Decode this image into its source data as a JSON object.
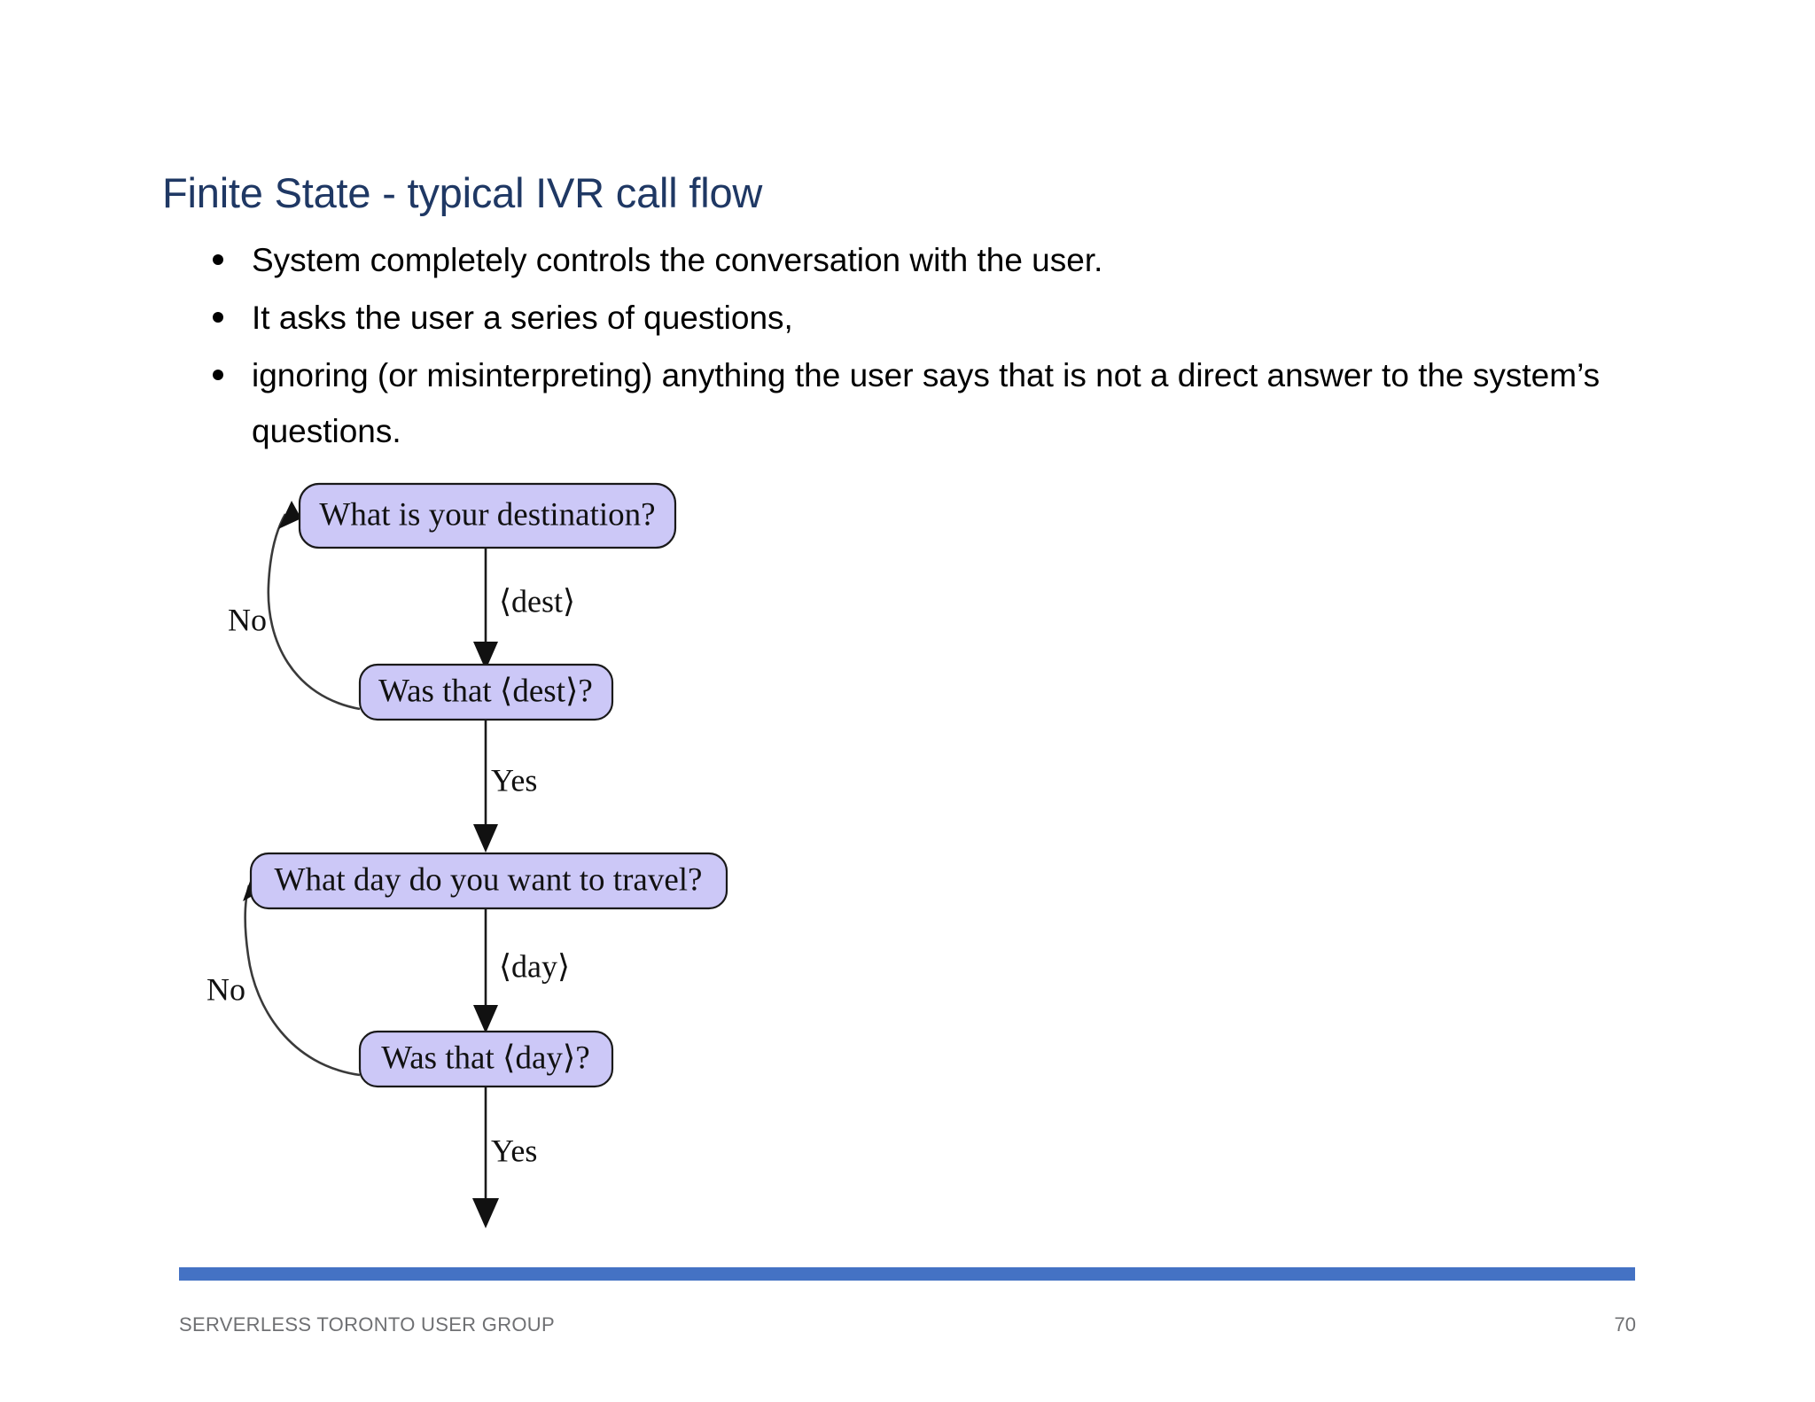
{
  "slide": {
    "title": "Finite State - typical IVR call flow",
    "bullets": [
      "System completely controls the conversation with the user.",
      "It asks the user a series of questions,",
      "ignoring (or misinterpreting) anything the user says that is not a direct answer to the system’s questions."
    ]
  },
  "diagram": {
    "type": "finite-state-flowchart",
    "nodes": [
      {
        "id": "ask-dest",
        "label": "What is your destination?"
      },
      {
        "id": "confirm-dest",
        "label": "Was that ⟨dest⟩?"
      },
      {
        "id": "ask-day",
        "label": "What day do you want to travel?"
      },
      {
        "id": "confirm-day",
        "label": "Was that ⟨day⟩?"
      }
    ],
    "edges": [
      {
        "from": "ask-dest",
        "to": "confirm-dest",
        "label": "⟨dest⟩"
      },
      {
        "from": "confirm-dest",
        "to": "ask-dest",
        "label": "No"
      },
      {
        "from": "confirm-dest",
        "to": "ask-day",
        "label": "Yes"
      },
      {
        "from": "ask-day",
        "to": "confirm-day",
        "label": "⟨day⟩"
      },
      {
        "from": "confirm-day",
        "to": "ask-day",
        "label": "No"
      },
      {
        "from": "confirm-day",
        "to": "",
        "label": "Yes"
      }
    ],
    "colors": {
      "node_fill": "#CCC8F7",
      "node_stroke": "#1a1a1a",
      "edge": "#1a1a1a"
    }
  },
  "footer": {
    "organization": "SERVERLESS TORONTO USER GROUP",
    "page_number": "70",
    "bar_color": "#4472C4"
  }
}
